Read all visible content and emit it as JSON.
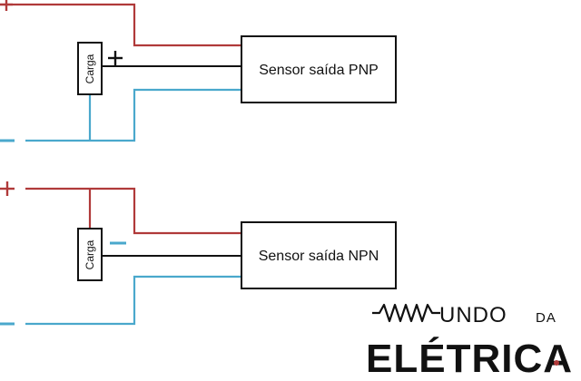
{
  "circuits": [
    {
      "sensor_label": "Sensor saída PNP",
      "load_label": "Carga",
      "load_terminal_sign": "+"
    },
    {
      "sensor_label": "Sensor saída NPN",
      "load_label": "Carga",
      "load_terminal_sign": "−"
    }
  ],
  "supply": {
    "positive_sign": "+",
    "negative_sign": "−"
  },
  "logo": {
    "word_top": "UNDO",
    "word_small": "DA",
    "word_bottom": "ELÉTRICA",
    "wave_icon": "sine-wave-icon"
  },
  "colors": {
    "positive_wire": "#b03a3a",
    "negative_wire": "#4aa8cc",
    "signal_wire": "#111111"
  }
}
